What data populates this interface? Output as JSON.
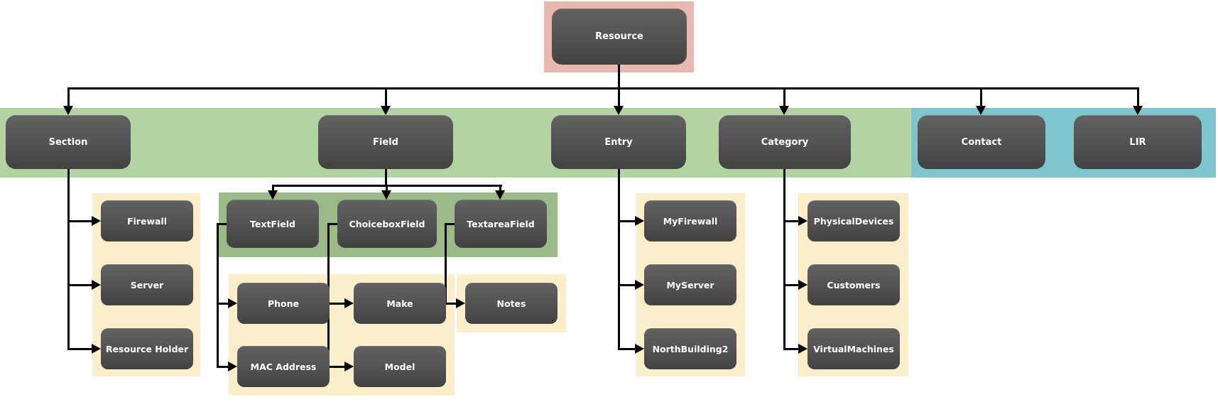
{
  "diagram_type": "org-chart hierarchy",
  "tree": {
    "root": {
      "label": "Resource"
    },
    "children": [
      {
        "label": "Section",
        "children": [
          {
            "label": "Firewall"
          },
          {
            "label": "Server"
          },
          {
            "label": "Resource Holder"
          }
        ]
      },
      {
        "label": "Field",
        "children": [
          {
            "label": "TextField",
            "children": [
              {
                "label": "Phone"
              },
              {
                "label": "MAC Address"
              }
            ]
          },
          {
            "label": "ChoiceboxField",
            "children": [
              {
                "label": "Make"
              },
              {
                "label": "Model"
              }
            ]
          },
          {
            "label": "TextareaField",
            "children": [
              {
                "label": "Notes"
              }
            ]
          }
        ]
      },
      {
        "label": "Entry",
        "children": [
          {
            "label": "MyFirewall"
          },
          {
            "label": "MyServer"
          },
          {
            "label": "NorthBuilding2"
          }
        ]
      },
      {
        "label": "Category",
        "children": [
          {
            "label": "PhysicalDevices"
          },
          {
            "label": "Customers"
          },
          {
            "label": "VirtualMachines"
          }
        ]
      },
      {
        "label": "Contact"
      },
      {
        "label": "LIR"
      }
    ]
  },
  "colors": {
    "root_band": "#e9b8b1",
    "primary_band": "#b3d3a3",
    "secondary_band": "#9cba87",
    "leaf_band": "#fbeecb",
    "contact_band": "#7ec6cd",
    "node_top": "#616161",
    "node_bottom": "#424242",
    "node_text": "#ffffff",
    "connector": "#000000"
  }
}
